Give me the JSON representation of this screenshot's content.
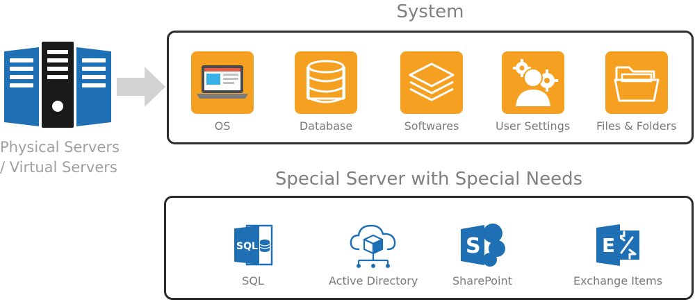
{
  "left": {
    "caption": "Physical Servers\n/ Virtual Servers"
  },
  "system": {
    "title": "System",
    "items": [
      {
        "label": "OS",
        "icon": "laptop-icon"
      },
      {
        "label": "Database",
        "icon": "database-icon"
      },
      {
        "label": "Softwares",
        "icon": "layers-icon"
      },
      {
        "label": "User Settings",
        "icon": "user-gears-icon"
      },
      {
        "label": "Files & Folders",
        "icon": "folder-icon"
      }
    ]
  },
  "special": {
    "title": "Special Server with Special Needs",
    "items": [
      {
        "label": "SQL",
        "icon": "sql-icon"
      },
      {
        "label": "Active Directory",
        "icon": "active-directory-icon"
      },
      {
        "label": "SharePoint",
        "icon": "sharepoint-icon"
      },
      {
        "label": "Exchange Items",
        "icon": "exchange-icon"
      }
    ],
    "sql_icon_text": "SQL",
    "sharepoint_icon_letter": "S",
    "exchange_icon_letter": "E"
  },
  "colors": {
    "accent_orange": "#f5a020",
    "server_blue": "#1f6fb5",
    "server_black": "#1a1a1a",
    "arrow_gray": "#d2d2d2",
    "panel_border": "#2b2b2b"
  }
}
